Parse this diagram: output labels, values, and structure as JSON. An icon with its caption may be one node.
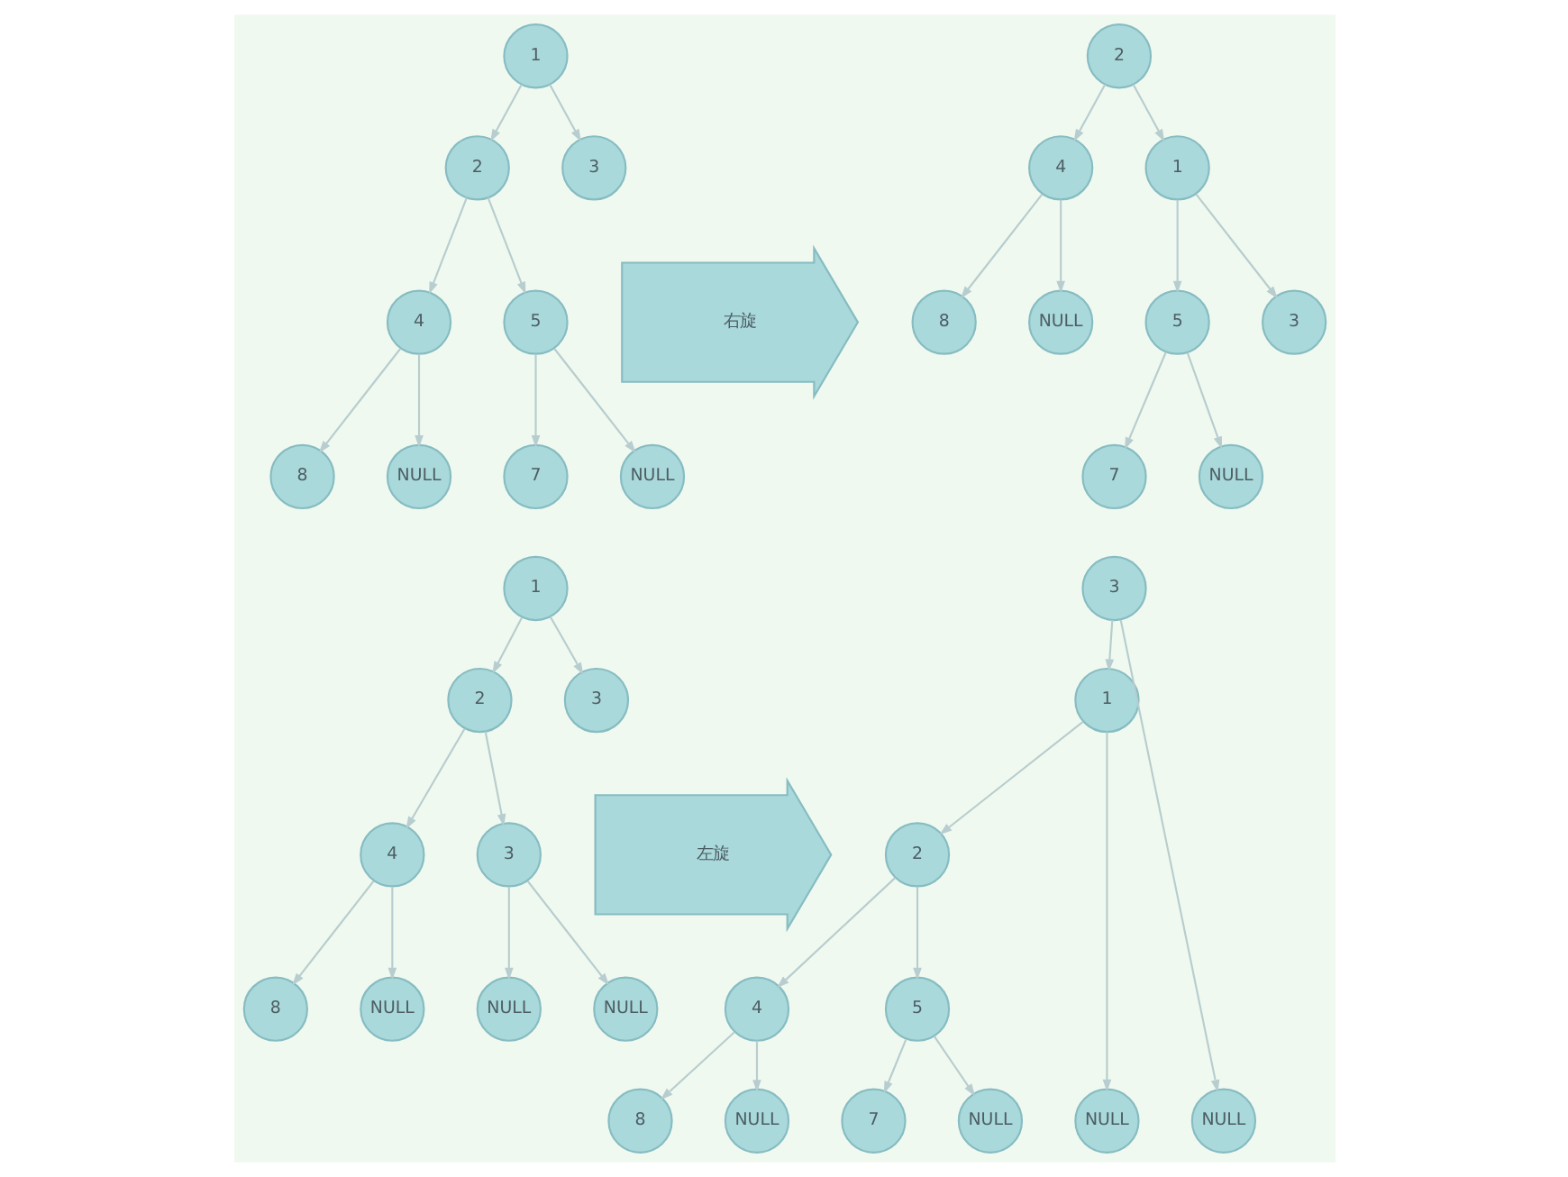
{
  "diagram": {
    "nodes": [
      {
        "text": [
          "1"
        ]
      },
      {
        "text": [
          "2"
        ]
      },
      {
        "text": [
          "3"
        ]
      },
      {
        "text": [
          "4"
        ]
      },
      {
        "text": [
          "5"
        ]
      },
      {
        "text": [
          "8"
        ]
      },
      {
        "text": [
          "NULL"
        ]
      },
      {
        "text": [
          "7"
        ]
      },
      {
        "text": [
          "NULL"
        ]
      },
      {
        "text": [
          "右旋"
        ]
      },
      {
        "text": [
          "2"
        ]
      },
      {
        "text": [
          "4"
        ]
      },
      {
        "text": [
          "1"
        ]
      },
      {
        "text": [
          "8"
        ]
      },
      {
        "text": [
          "NULL"
        ]
      },
      {
        "text": [
          "5"
        ]
      },
      {
        "text": [
          "3"
        ]
      },
      {
        "text": [
          "7"
        ]
      },
      {
        "text": [
          "NULL"
        ]
      },
      {
        "text": [
          "1"
        ]
      },
      {
        "text": [
          "2"
        ]
      },
      {
        "text": [
          "3"
        ]
      },
      {
        "text": [
          "4"
        ]
      },
      {
        "text": [
          "3"
        ]
      },
      {
        "text": [
          "8"
        ]
      },
      {
        "text": [
          "NULL"
        ]
      },
      {
        "text": [
          "NULL"
        ]
      },
      {
        "text": [
          "NULL"
        ]
      },
      {
        "text": [
          "左旋"
        ]
      },
      {
        "text": [
          "3"
        ]
      },
      {
        "text": [
          "1"
        ]
      },
      {
        "text": [
          "2"
        ]
      },
      {
        "text": [
          "4"
        ]
      },
      {
        "text": [
          "5"
        ]
      },
      {
        "text": [
          "8"
        ]
      },
      {
        "text": [
          "NULL"
        ]
      },
      {
        "text": [
          "7"
        ]
      },
      {
        "text": [
          "NULL"
        ]
      },
      {
        "text": [
          "NULL"
        ]
      },
      {
        "text": [
          "NULL"
        ]
      }
    ],
    "edges": [
      {
        "from": 0,
        "to": 1,
        "arrow": "to"
      },
      {
        "from": 0,
        "to": 2,
        "arrow": "to"
      },
      {
        "from": 1,
        "to": 3,
        "arrow": "to"
      },
      {
        "from": 1,
        "to": 4,
        "arrow": "to"
      },
      {
        "from": 3,
        "to": 5,
        "arrow": "to"
      },
      {
        "from": 3,
        "to": 6,
        "arrow": "to"
      },
      {
        "from": 4,
        "to": 7,
        "arrow": "to"
      },
      {
        "from": 4,
        "to": 8,
        "arrow": "to"
      },
      {
        "from": 10,
        "to": 11,
        "arrow": "to"
      },
      {
        "from": 10,
        "to": 12,
        "arrow": "to"
      },
      {
        "from": 11,
        "to": 13,
        "arrow": "to"
      },
      {
        "from": 11,
        "to": 14,
        "arrow": "to"
      },
      {
        "from": 12,
        "to": 15,
        "arrow": "to"
      },
      {
        "from": 12,
        "to": 16,
        "arrow": "to"
      },
      {
        "from": 15,
        "to": 17,
        "arrow": "to"
      },
      {
        "from": 15,
        "to": 18,
        "arrow": "to"
      },
      {
        "from": 19,
        "to": 20,
        "arrow": "to"
      },
      {
        "from": 19,
        "to": 21,
        "arrow": "to"
      },
      {
        "from": 20,
        "to": 22,
        "arrow": "to"
      },
      {
        "from": 20,
        "to": 23,
        "arrow": "to"
      },
      {
        "from": 22,
        "to": 24,
        "arrow": "to"
      },
      {
        "from": 22,
        "to": 25,
        "arrow": "to"
      },
      {
        "from": 23,
        "to": 26,
        "arrow": "to"
      },
      {
        "from": 23,
        "to": 27,
        "arrow": "to"
      },
      {
        "from": 29,
        "to": 30,
        "arrow": "to"
      },
      {
        "from": 29,
        "to": 39,
        "arrow": "to"
      },
      {
        "from": 30,
        "to": 31,
        "arrow": "to"
      },
      {
        "from": 30,
        "to": 38,
        "arrow": "to"
      },
      {
        "from": 31,
        "to": 32,
        "arrow": "to"
      },
      {
        "from": 31,
        "to": 33,
        "arrow": "to"
      },
      {
        "from": 32,
        "to": 34,
        "arrow": "to"
      },
      {
        "from": 32,
        "to": 35,
        "arrow": "to"
      },
      {
        "from": 33,
        "to": 36,
        "arrow": "to"
      },
      {
        "from": 33,
        "to": 37,
        "arrow": "to"
      }
    ]
  }
}
